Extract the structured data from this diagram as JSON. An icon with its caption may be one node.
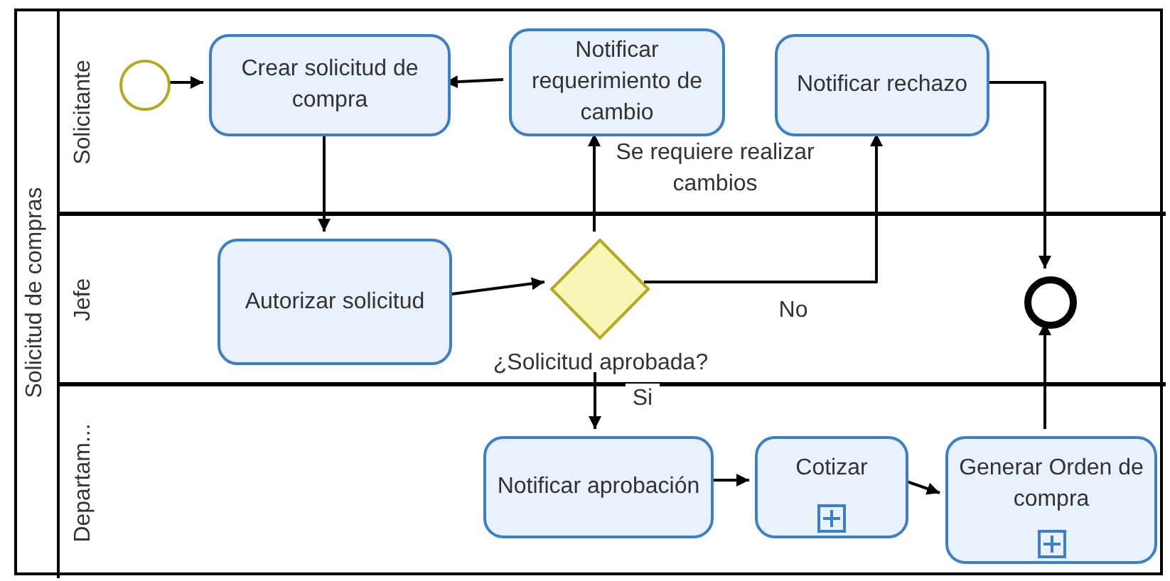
{
  "diagram": {
    "nodes": [
      {
        "text": [
          "Solicitud de compras"
        ]
      },
      {
        "text": [
          "Solicitante"
        ],
        "in": 0
      },
      {
        "text": [
          "Jefe"
        ],
        "in": 0
      },
      {
        "text": [
          "Departam..."
        ],
        "in": 0
      },
      {
        "text": [],
        "shape": "circle",
        "in": 1
      },
      {
        "text": [
          "Crear solicitud de compra"
        ],
        "in": 1
      },
      {
        "text": [
          "Notificar requerimiento de cambio"
        ],
        "in": 1
      },
      {
        "text": [
          "Notificar rechazo"
        ],
        "in": 1
      },
      {
        "text": [
          "Autorizar solicitud"
        ],
        "in": 2
      },
      {
        "text": [
          "¿Solicitud aprobada?"
        ],
        "in": 2
      },
      {
        "text": [],
        "shape": "circle",
        "in": 2
      },
      {
        "text": [
          "Notificar aprobación"
        ],
        "in": 3
      },
      {
        "text": [
          "Cotizar"
        ],
        "in": 3
      },
      {
        "text": [
          "Generar Orden de compra"
        ],
        "in": 3
      }
    ],
    "edges": [
      {
        "from": 4,
        "to": 5,
        "arrow": "to"
      },
      {
        "from": 6,
        "to": 5,
        "arrow": "to"
      },
      {
        "from": 5,
        "to": 8,
        "arrow": "to"
      },
      {
        "from": 8,
        "to": 9,
        "arrow": "to"
      },
      {
        "from": 9,
        "to": 6,
        "arrow": "to",
        "label": "Se requiere realizar cambios"
      },
      {
        "from": 9,
        "to": 7,
        "arrow": "to",
        "label": "No"
      },
      {
        "from": 9,
        "to": 11,
        "arrow": "to",
        "label": "Si"
      },
      {
        "from": 7,
        "to": 10,
        "arrow": "to"
      },
      {
        "from": 11,
        "to": 12,
        "arrow": "to"
      },
      {
        "from": 12,
        "to": 13,
        "arrow": "to"
      },
      {
        "from": 13,
        "to": 10,
        "arrow": "to"
      }
    ]
  }
}
